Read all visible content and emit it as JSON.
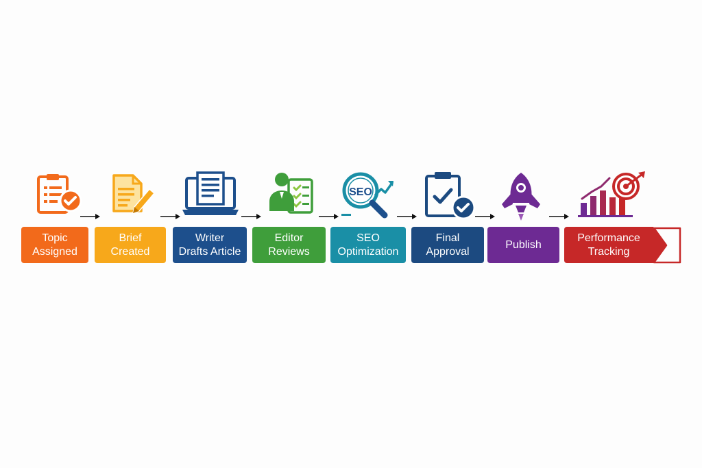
{
  "steps": [
    {
      "line1": "Topic",
      "line2": "Assigned",
      "color": "#f26a1b",
      "icon": "clipboard-check-icon"
    },
    {
      "line1": "Brief",
      "line2": "Created",
      "color": "#f7a81b",
      "icon": "document-pencil-icon"
    },
    {
      "line1": "Writer",
      "line2": "Drafts Article",
      "color": "#1d4f8c",
      "icon": "laptop-document-icon"
    },
    {
      "line1": "Editor",
      "line2": "Reviews",
      "color": "#3f9e3b",
      "icon": "editor-checklist-icon"
    },
    {
      "line1": "SEO",
      "line2": "Optimization",
      "color": "#1a8fa6",
      "icon": "seo-magnifier-icon"
    },
    {
      "line1": "Final",
      "line2": "Approval",
      "color": "#1c4a80",
      "icon": "clipboard-approval-icon"
    },
    {
      "line1": "Publish",
      "line2": "",
      "color": "#6d2a93",
      "icon": "rocket-icon"
    },
    {
      "line1": "Performance",
      "line2": "Tracking",
      "color": "#c62828",
      "icon": "growth-chart-target-icon"
    }
  ],
  "icon_seo_text": "SEO"
}
